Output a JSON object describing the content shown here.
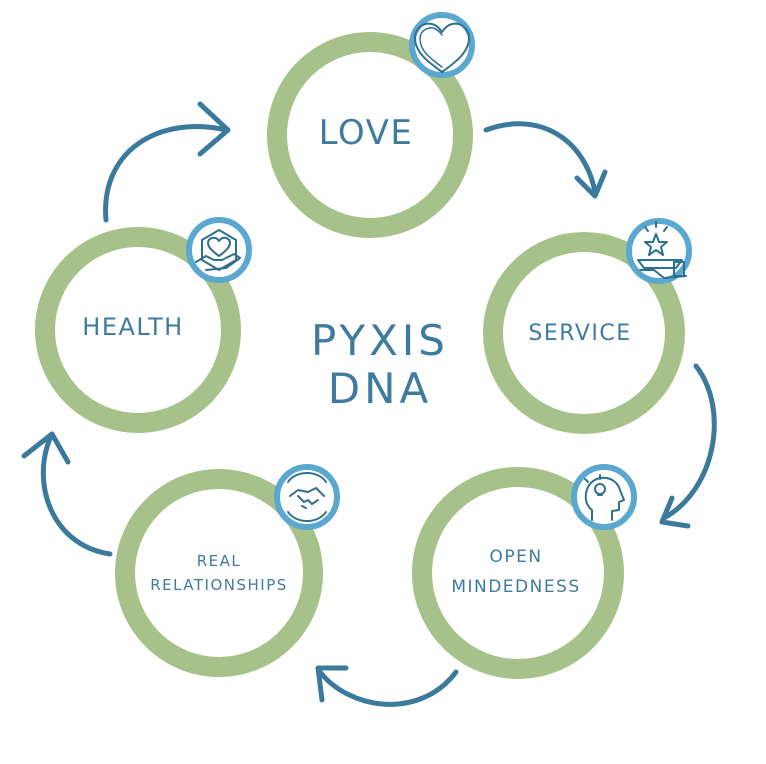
{
  "center": {
    "line1": "PYXIS",
    "line2": "DNA"
  },
  "nodes": {
    "love": {
      "label": "LOVE",
      "icon": "heart-icon"
    },
    "service": {
      "label": "SERVICE",
      "icon": "serving-tray-star-icon"
    },
    "open_mindedness": {
      "line1": "OPEN",
      "line2": "MINDEDNESS",
      "icon": "head-lightbulb-icon"
    },
    "real_relationships": {
      "line1": "REAL",
      "line2": "RELATIONSHIPS",
      "icon": "handshake-icon"
    },
    "health": {
      "label": "HEALTH",
      "icon": "heart-in-hand-icon"
    }
  },
  "colors": {
    "ring": "#a6c28a",
    "badge": "#5aa7cf",
    "text": "#3f7b9e",
    "arrow": "#3b7a9c"
  }
}
